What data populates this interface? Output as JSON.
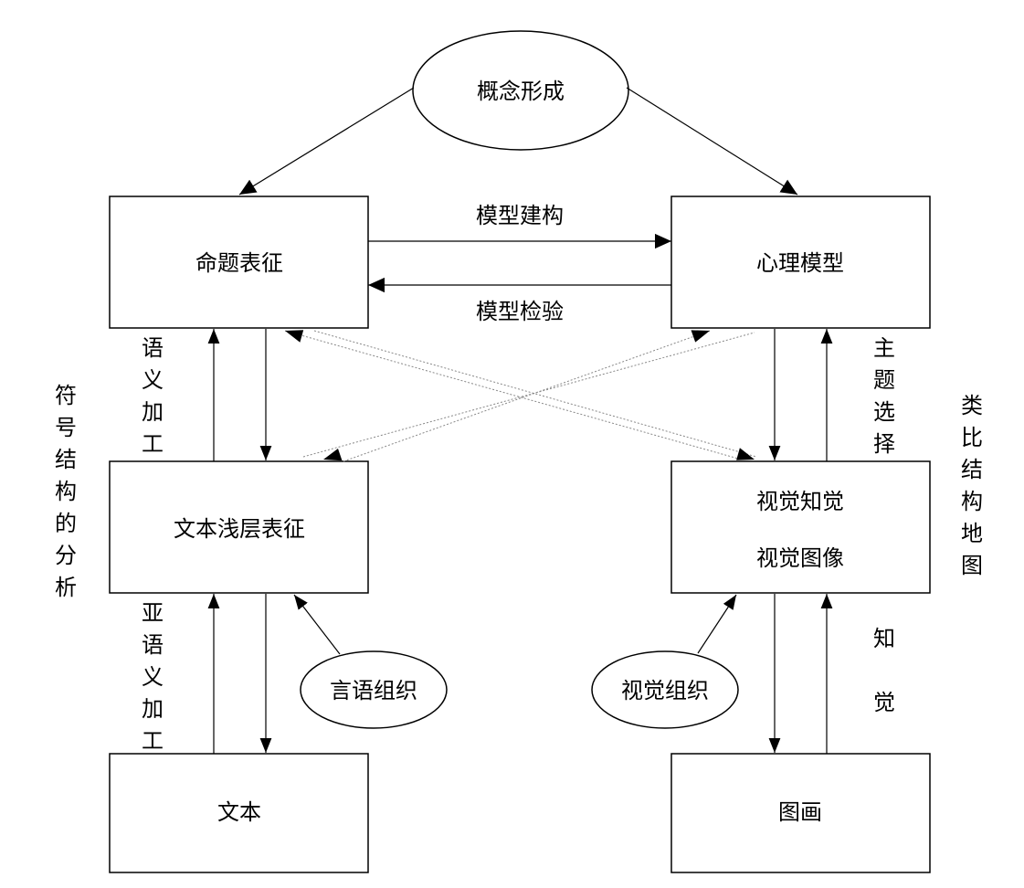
{
  "nodes": {
    "concept_formation": "概念形成",
    "propositional_representation": "命题表征",
    "mental_model": "心理模型",
    "surface_representation": "文本浅层表征",
    "visual_perception": "视觉知觉",
    "visual_image": "视觉图像",
    "text": "文本",
    "picture": "图画",
    "verbal_organization": "言语组织",
    "visual_organization": "视觉组织"
  },
  "edge_labels": {
    "model_construction": "模型建构",
    "model_inspection": "模型检验",
    "semantic_processing": [
      "语",
      "义",
      "加",
      "工"
    ],
    "subsemantic_processing": [
      "亚",
      "语",
      "义",
      "加",
      "工"
    ],
    "thematic_selection": [
      "主",
      "题",
      "选",
      "择"
    ],
    "perception": [
      "知",
      "觉"
    ]
  },
  "side_labels": {
    "symbol_structure_analysis": [
      "符",
      "号",
      "结",
      "构",
      "的",
      "分",
      "析"
    ],
    "analog_structure_mapping": [
      "类",
      "比",
      "结",
      "构",
      "地",
      "图"
    ]
  }
}
